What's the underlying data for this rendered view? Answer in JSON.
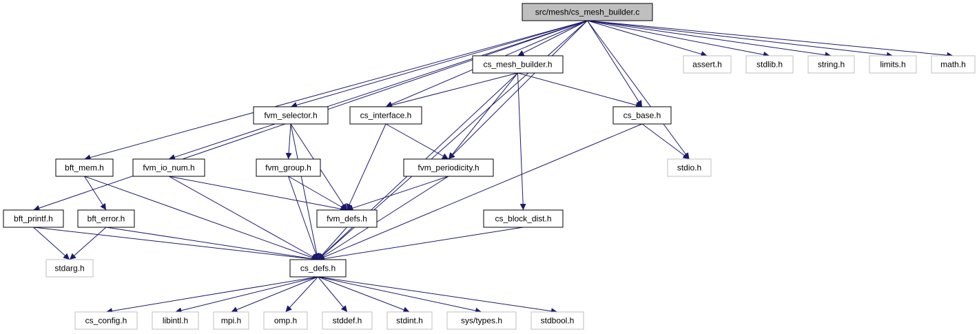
{
  "colors": {
    "edge": "#191970",
    "focus_fill": "#bfbfbf",
    "focus_stroke": "#000000",
    "project_stroke": "#000000",
    "system_stroke": "#bfbfbf",
    "system_text": "#000000"
  },
  "nodes": [
    {
      "id": "root",
      "label": "src/mesh/cs_mesh_builder.c",
      "kind": "focus"
    },
    {
      "id": "builder_h",
      "label": "cs_mesh_builder.h",
      "kind": "project"
    },
    {
      "id": "assert",
      "label": "assert.h",
      "kind": "system"
    },
    {
      "id": "stdlib",
      "label": "stdlib.h",
      "kind": "system"
    },
    {
      "id": "string",
      "label": "string.h",
      "kind": "system"
    },
    {
      "id": "limits",
      "label": "limits.h",
      "kind": "system"
    },
    {
      "id": "math",
      "label": "math.h",
      "kind": "system"
    },
    {
      "id": "fvm_selector",
      "label": "fvm_selector.h",
      "kind": "project"
    },
    {
      "id": "cs_interface",
      "label": "cs_interface.h",
      "kind": "project"
    },
    {
      "id": "cs_base",
      "label": "cs_base.h",
      "kind": "project"
    },
    {
      "id": "bft_mem",
      "label": "bft_mem.h",
      "kind": "project"
    },
    {
      "id": "fvm_io_num",
      "label": "fvm_io_num.h",
      "kind": "project"
    },
    {
      "id": "fvm_group",
      "label": "fvm_group.h",
      "kind": "project"
    },
    {
      "id": "fvm_periodicity",
      "label": "fvm_periodicity.h",
      "kind": "project"
    },
    {
      "id": "stdio",
      "label": "stdio.h",
      "kind": "system"
    },
    {
      "id": "bft_printf",
      "label": "bft_printf.h",
      "kind": "project"
    },
    {
      "id": "bft_error",
      "label": "bft_error.h",
      "kind": "project"
    },
    {
      "id": "fvm_defs",
      "label": "fvm_defs.h",
      "kind": "project"
    },
    {
      "id": "cs_block_dist",
      "label": "cs_block_dist.h",
      "kind": "project"
    },
    {
      "id": "stdarg",
      "label": "stdarg.h",
      "kind": "system"
    },
    {
      "id": "cs_defs",
      "label": "cs_defs.h",
      "kind": "project"
    },
    {
      "id": "cs_config",
      "label": "cs_config.h",
      "kind": "system"
    },
    {
      "id": "libintl",
      "label": "libintl.h",
      "kind": "system"
    },
    {
      "id": "mpi",
      "label": "mpi.h",
      "kind": "system"
    },
    {
      "id": "omp",
      "label": "omp.h",
      "kind": "system"
    },
    {
      "id": "stddef",
      "label": "stddef.h",
      "kind": "system"
    },
    {
      "id": "stdint",
      "label": "stdint.h",
      "kind": "system"
    },
    {
      "id": "systypes",
      "label": "sys/types.h",
      "kind": "system"
    },
    {
      "id": "stdbool",
      "label": "stdbool.h",
      "kind": "system"
    }
  ],
  "edges": [
    [
      "root",
      "builder_h"
    ],
    [
      "root",
      "assert"
    ],
    [
      "root",
      "stdlib"
    ],
    [
      "root",
      "string"
    ],
    [
      "root",
      "limits"
    ],
    [
      "root",
      "math"
    ],
    [
      "root",
      "fvm_selector"
    ],
    [
      "root",
      "cs_interface"
    ],
    [
      "root",
      "cs_base"
    ],
    [
      "root",
      "bft_mem"
    ],
    [
      "root",
      "fvm_io_num"
    ],
    [
      "root",
      "fvm_periodicity"
    ],
    [
      "root",
      "stdio"
    ],
    [
      "root",
      "bft_printf"
    ],
    [
      "root",
      "cs_defs"
    ],
    [
      "builder_h",
      "cs_interface"
    ],
    [
      "builder_h",
      "cs_base"
    ],
    [
      "builder_h",
      "fvm_periodicity"
    ],
    [
      "builder_h",
      "cs_block_dist"
    ],
    [
      "builder_h",
      "cs_defs"
    ],
    [
      "fvm_selector",
      "fvm_group"
    ],
    [
      "fvm_selector",
      "fvm_defs"
    ],
    [
      "fvm_selector",
      "cs_defs"
    ],
    [
      "cs_interface",
      "fvm_periodicity"
    ],
    [
      "cs_interface",
      "fvm_defs"
    ],
    [
      "cs_base",
      "stdio"
    ],
    [
      "cs_base",
      "cs_defs"
    ],
    [
      "bft_mem",
      "bft_error"
    ],
    [
      "bft_mem",
      "cs_defs"
    ],
    [
      "fvm_io_num",
      "fvm_defs"
    ],
    [
      "fvm_io_num",
      "cs_defs"
    ],
    [
      "fvm_group",
      "fvm_defs"
    ],
    [
      "fvm_group",
      "cs_defs"
    ],
    [
      "fvm_periodicity",
      "fvm_defs"
    ],
    [
      "fvm_periodicity",
      "cs_defs"
    ],
    [
      "bft_printf",
      "stdarg"
    ],
    [
      "bft_printf",
      "cs_defs"
    ],
    [
      "bft_error",
      "stdarg"
    ],
    [
      "bft_error",
      "cs_defs"
    ],
    [
      "fvm_defs",
      "cs_defs"
    ],
    [
      "cs_block_dist",
      "cs_defs"
    ],
    [
      "cs_defs",
      "cs_config"
    ],
    [
      "cs_defs",
      "libintl"
    ],
    [
      "cs_defs",
      "mpi"
    ],
    [
      "cs_defs",
      "omp"
    ],
    [
      "cs_defs",
      "stddef"
    ],
    [
      "cs_defs",
      "stdint"
    ],
    [
      "cs_defs",
      "systypes"
    ],
    [
      "cs_defs",
      "stdbool"
    ]
  ]
}
